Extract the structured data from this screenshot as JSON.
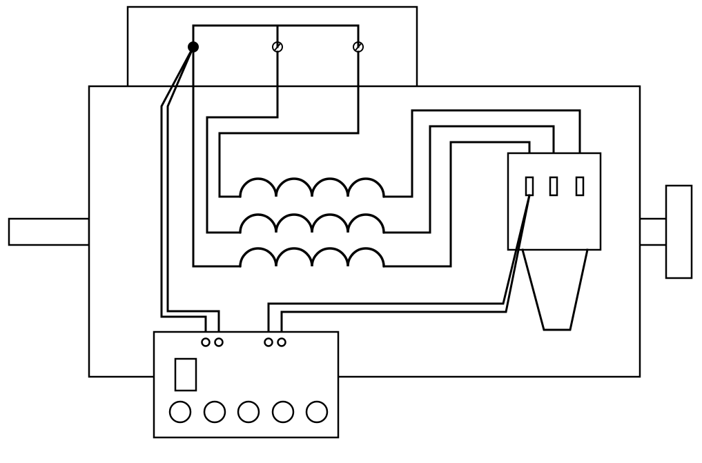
{
  "diagram": {
    "kind": "electric-motor-schematic",
    "colors": {
      "line": "#000000",
      "background": "#ffffff"
    },
    "components": {
      "stator_windings": 3,
      "windings_turns": 4,
      "brushes": 3,
      "control_box_knobs": 5,
      "control_box_terminals": 4,
      "terminal_block_contacts": 2
    },
    "icons": {
      "terminal_contact": "circle-slash-icon",
      "ground_node": "filled-dot-icon",
      "knob": "circle-icon",
      "switch": "rectangle-icon"
    }
  }
}
